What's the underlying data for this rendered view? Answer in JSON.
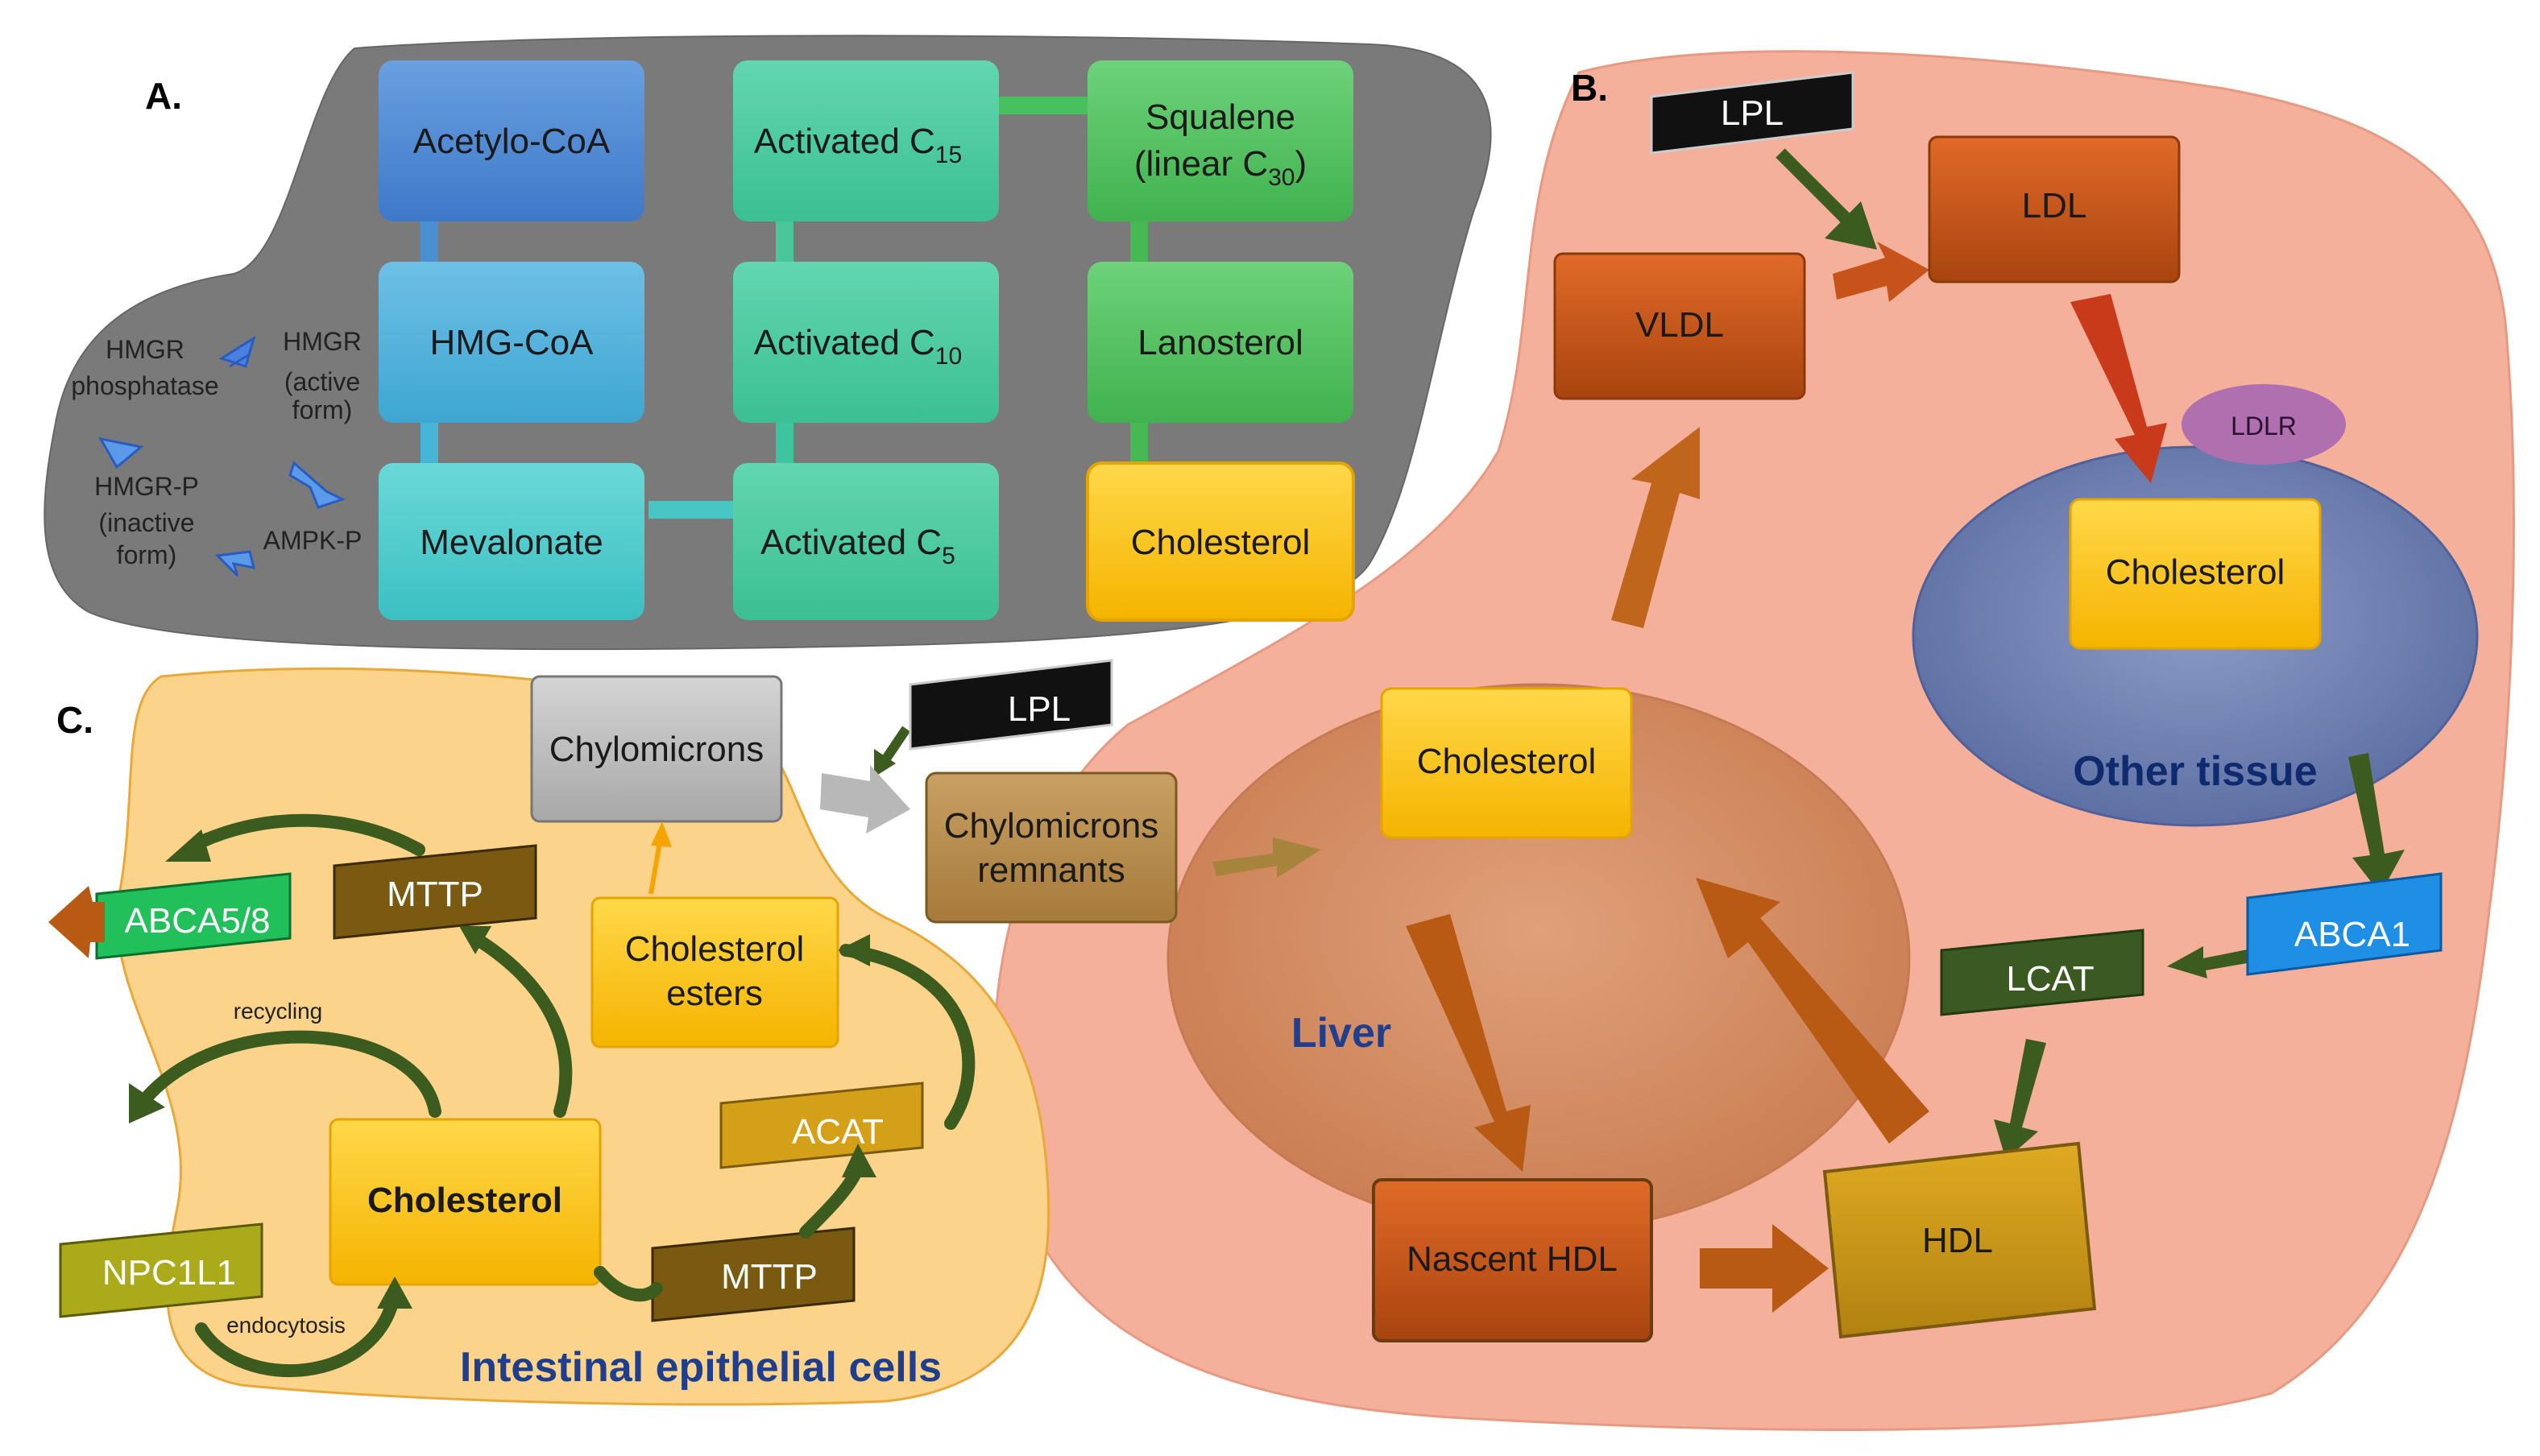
{
  "colors": {
    "panel_a_bg": "#7a7a7a",
    "panel_b_bg": "#f4b09a",
    "panel_c_bg": "#fbd38a",
    "liver": "#d98f67",
    "other_tissue": "#6c7fb3",
    "cholesterol_box": "#ffc000",
    "lipoprotein_box": "#c5531a",
    "arrow_brown": "#c0661c",
    "arrow_green": "#3b5b1f"
  },
  "panel_a": {
    "label": "A.",
    "boxes": {
      "acetylcoa": "Acetylo-CoA",
      "hmgcoa": "HMG-CoA",
      "mevalonate": "Mevalonate",
      "c5_main": "Activated C",
      "c5_sub": "5",
      "c10_main": "Activated C",
      "c10_sub": "10",
      "c15_main": "Activated C",
      "c15_sub": "15",
      "squalene_line1": "Squalene",
      "squalene_line2_main": "(linear C",
      "squalene_line2_sub": "30",
      "squalene_line2_end": ")",
      "lanosterol": "Lanosterol",
      "cholesterol": "Cholesterol"
    },
    "regulation": {
      "hmgr_phosphatase_l1": "HMGR",
      "hmgr_phosphatase_l2": "phosphatase",
      "hmgr_active_l1": "HMGR",
      "hmgr_active_l2": "(active",
      "hmgr_active_l3": "form)",
      "hmgr_p_l1": "HMGR-P",
      "hmgr_p_l2": "(inactive",
      "hmgr_p_l3": "form)",
      "ampk_p": "AMPK-P"
    }
  },
  "panel_b": {
    "label": "B.",
    "lpl_top": "LPL",
    "ldl": "LDL",
    "vldl": "VLDL",
    "ldlr": "LDLR",
    "cholesterol_tissue": "Cholesterol",
    "other_tissue": "Other tissue",
    "lpl_mid": "LPL",
    "chylomicrons_remnants_l1": "Chylomicrons",
    "chylomicrons_remnants_l2": "remnants",
    "cholesterol_liver": "Cholesterol",
    "liver": "Liver",
    "abca1": "ABCA1",
    "lcat": "LCAT",
    "nascent_hdl": "Nascent HDL",
    "hdl": "HDL"
  },
  "panel_c": {
    "label": "C.",
    "chylomicrons": "Chylomicrons",
    "abca58": "ABCA5/8",
    "mttp_top": "MTTP",
    "cholesterol_esters_l1": "Cholesterol",
    "cholesterol_esters_l2": "esters",
    "recycling": "recycling",
    "cholesterol": "Cholesterol",
    "acat": "ACAT",
    "npc1l1": "NPC1L1",
    "mttp_bottom": "MTTP",
    "endocytosis": "endocytosis",
    "region": "Intestinal epithelial cells"
  }
}
